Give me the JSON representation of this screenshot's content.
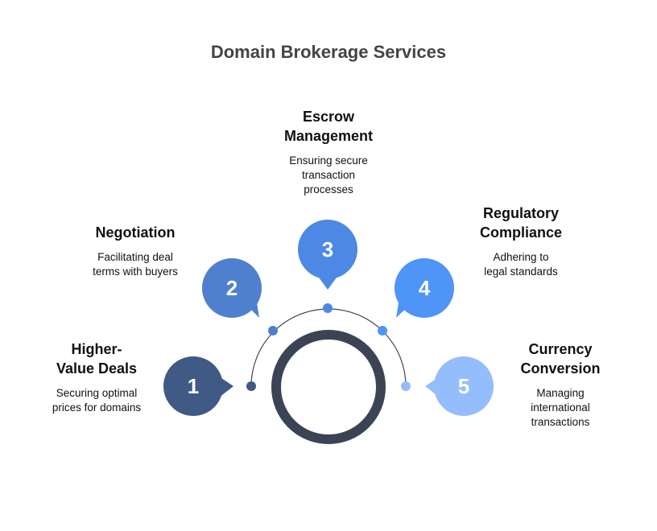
{
  "title": "Domain Brokerage Services",
  "items": [
    {
      "number": "1",
      "title": "Higher-Value Deals",
      "description": "Securing optimal prices for domains",
      "color": "#3f5a84"
    },
    {
      "number": "2",
      "title": "Negotiation",
      "description": "Facilitating deal terms with buyers",
      "color": "#4f7fcf"
    },
    {
      "number": "3",
      "title": "Escrow Management",
      "description": "Ensuring secure transaction processes",
      "color": "#4d88e4"
    },
    {
      "number": "4",
      "title": "Regulatory Compliance",
      "description": "Adhering to legal standards",
      "color": "#4f94f7"
    },
    {
      "number": "5",
      "title": "Currency Conversion",
      "description": "Managing international transactions",
      "color": "#94bdfb"
    }
  ],
  "ring_color": "#3a4455"
}
